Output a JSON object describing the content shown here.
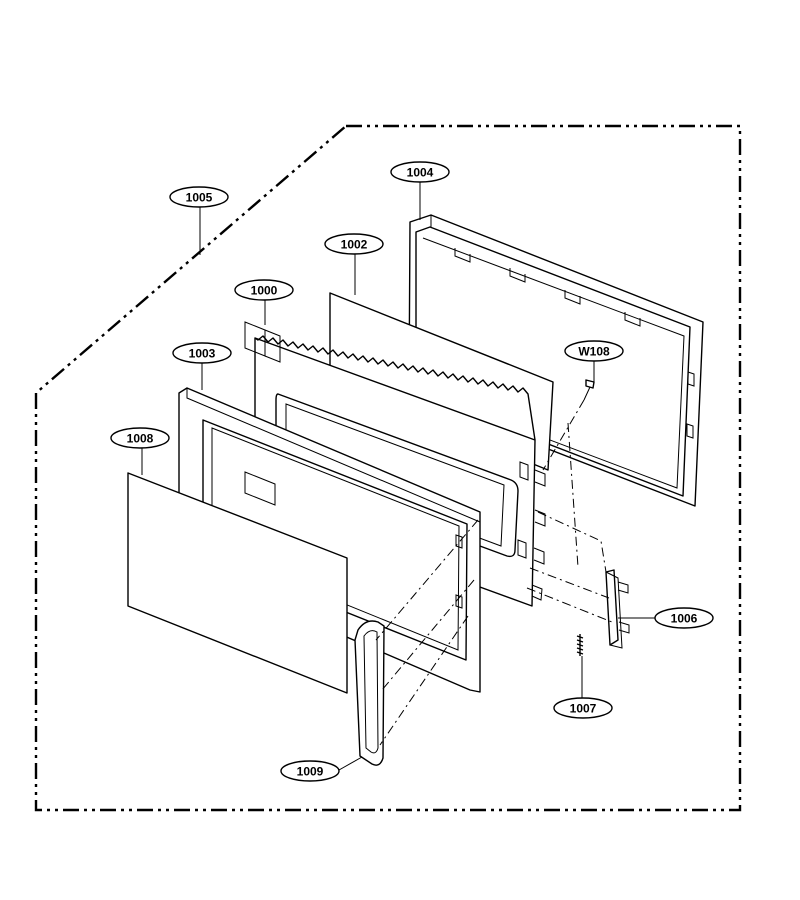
{
  "parts": [
    {
      "id": "p1004",
      "label": "1004"
    },
    {
      "id": "p1005",
      "label": "1005"
    },
    {
      "id": "p1002",
      "label": "1002"
    },
    {
      "id": "p1000",
      "label": "1000"
    },
    {
      "id": "pW108",
      "label": "W108"
    },
    {
      "id": "p1003",
      "label": "1003"
    },
    {
      "id": "p1008",
      "label": "1008"
    },
    {
      "id": "p1006",
      "label": "1006"
    },
    {
      "id": "p1007",
      "label": "1007"
    },
    {
      "id": "p1009",
      "label": "1009"
    }
  ]
}
